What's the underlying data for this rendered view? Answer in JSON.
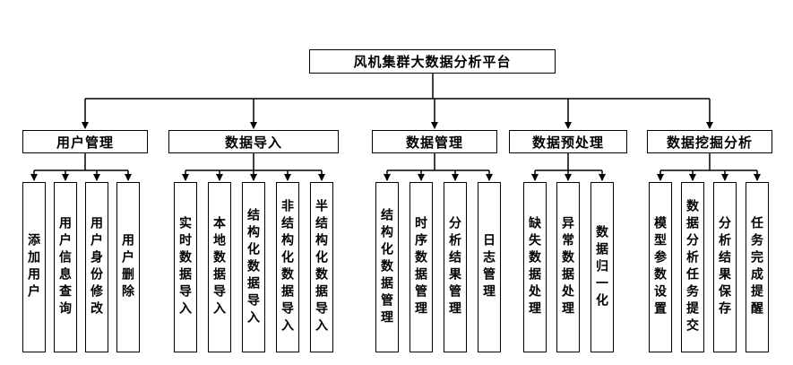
{
  "diagram": {
    "colors": {
      "line": "#000000",
      "box_border": "#000000",
      "box_fill": "#ffffff",
      "text": "#000000",
      "background": "#ffffff"
    },
    "root": {
      "label": "风机集群大数据分析平台"
    },
    "branches": [
      {
        "label": "用户管理",
        "children": [
          "添加用户",
          "用户信息查询",
          "用户身份修改",
          "用户删除"
        ]
      },
      {
        "label": "数据导入",
        "children": [
          "实时数据导入",
          "本地数据导入",
          "结构化数据导入",
          "非结构化数据导入",
          "半结构化数据导入"
        ]
      },
      {
        "label": "数据管理",
        "children": [
          "结构化数据管理",
          "时序数据管理",
          "分析结果管理",
          "日志管理"
        ]
      },
      {
        "label": "数据预处理",
        "children": [
          "缺失数据处理",
          "异常数据处理",
          "数据归一化"
        ]
      },
      {
        "label": "数据挖掘分析",
        "children": [
          "模型参数设置",
          "数据分析任务提交",
          "分析结果保存",
          "任务完成提醒"
        ]
      }
    ]
  }
}
